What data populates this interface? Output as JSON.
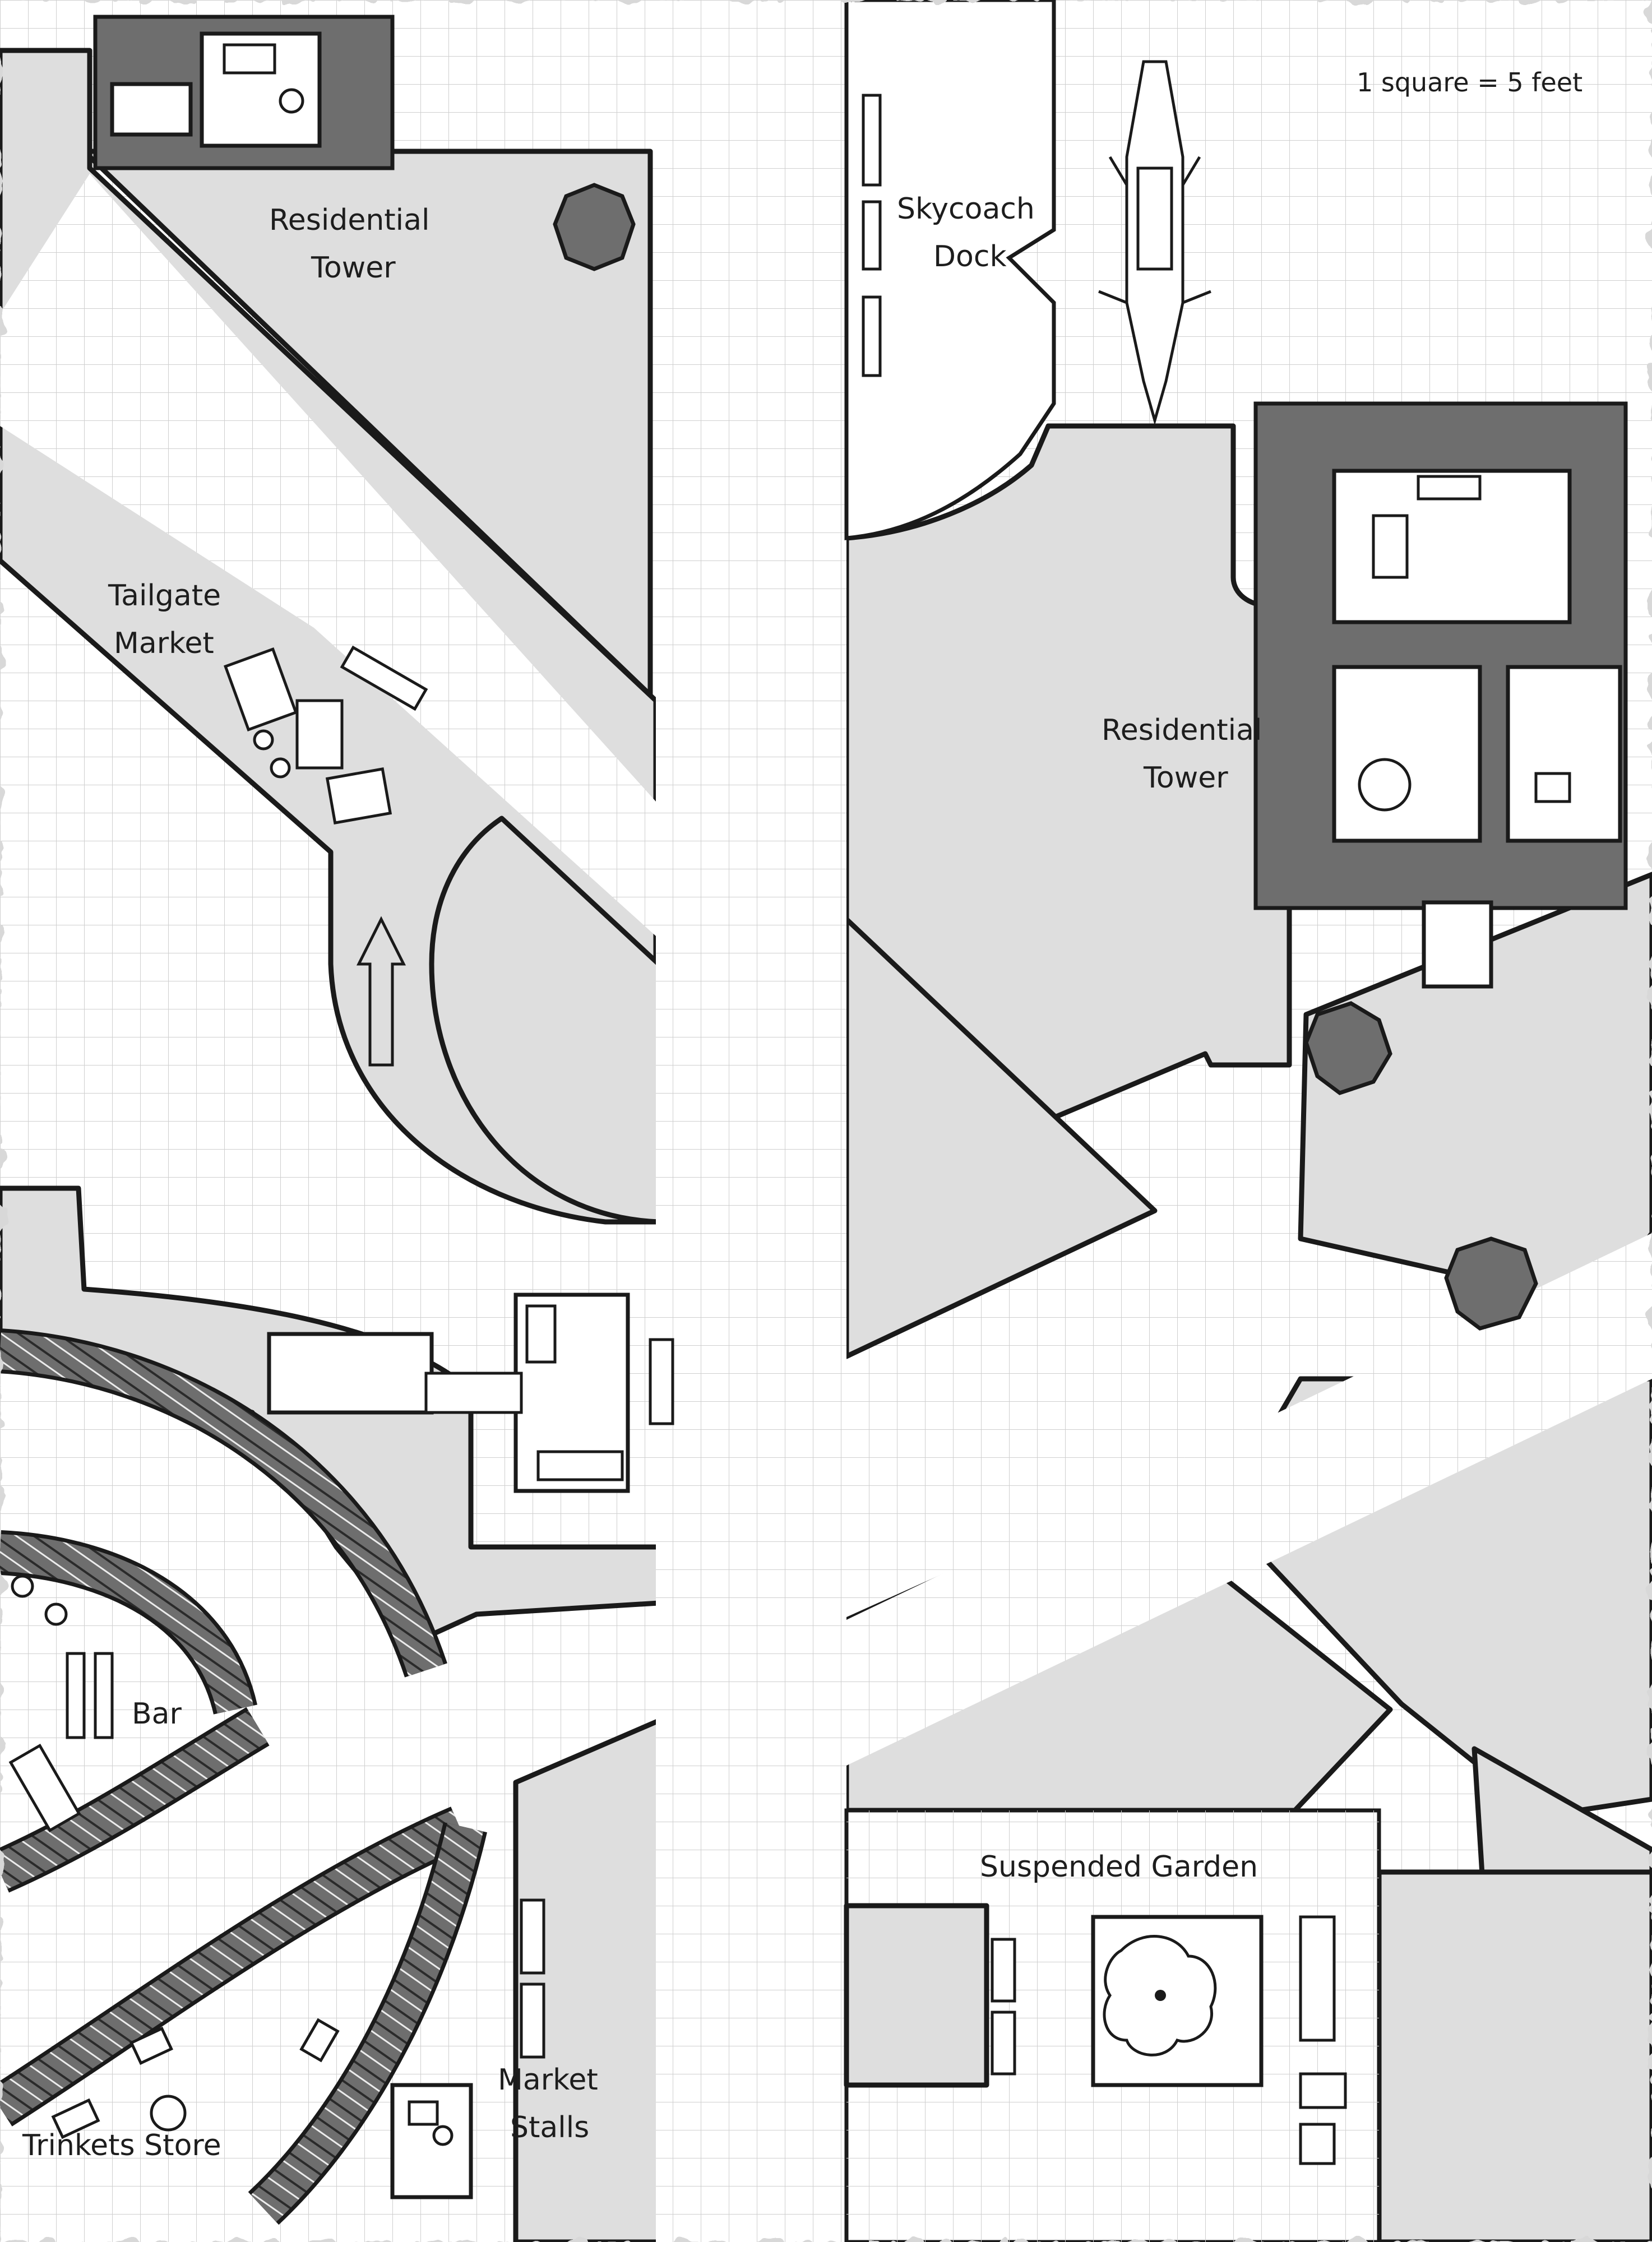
{
  "map": {
    "scale_label": "1 square = 5 feet",
    "locations": [
      {
        "id": "residential-tower-nw",
        "label_lines": [
          "Residential",
          "Tower"
        ]
      },
      {
        "id": "skycoach-dock",
        "label_lines": [
          "Skycoach",
          "Dock"
        ]
      },
      {
        "id": "residential-tower-ne",
        "label_lines": [
          "Residential",
          "Tower"
        ]
      },
      {
        "id": "tailgate-market",
        "label_lines": [
          "Tailgate",
          "Market"
        ]
      },
      {
        "id": "bar",
        "label_lines": [
          "Bar"
        ]
      },
      {
        "id": "suspended-garden",
        "label_lines": [
          "Suspended Garden"
        ]
      },
      {
        "id": "market-stalls",
        "label_lines": [
          "Market",
          "Stalls"
        ]
      },
      {
        "id": "trinkets-store",
        "label_lines": [
          "Trinkets Store"
        ]
      }
    ],
    "colors": {
      "street": "#ffffff",
      "grid": "#cfcfcf",
      "block": "#dedede",
      "wall": "#6e6e6e",
      "ink": "#1a1a1a"
    },
    "icons": [
      "skycoach-icon",
      "tree-icon",
      "pillar-icon",
      "arrow-icon"
    ]
  }
}
